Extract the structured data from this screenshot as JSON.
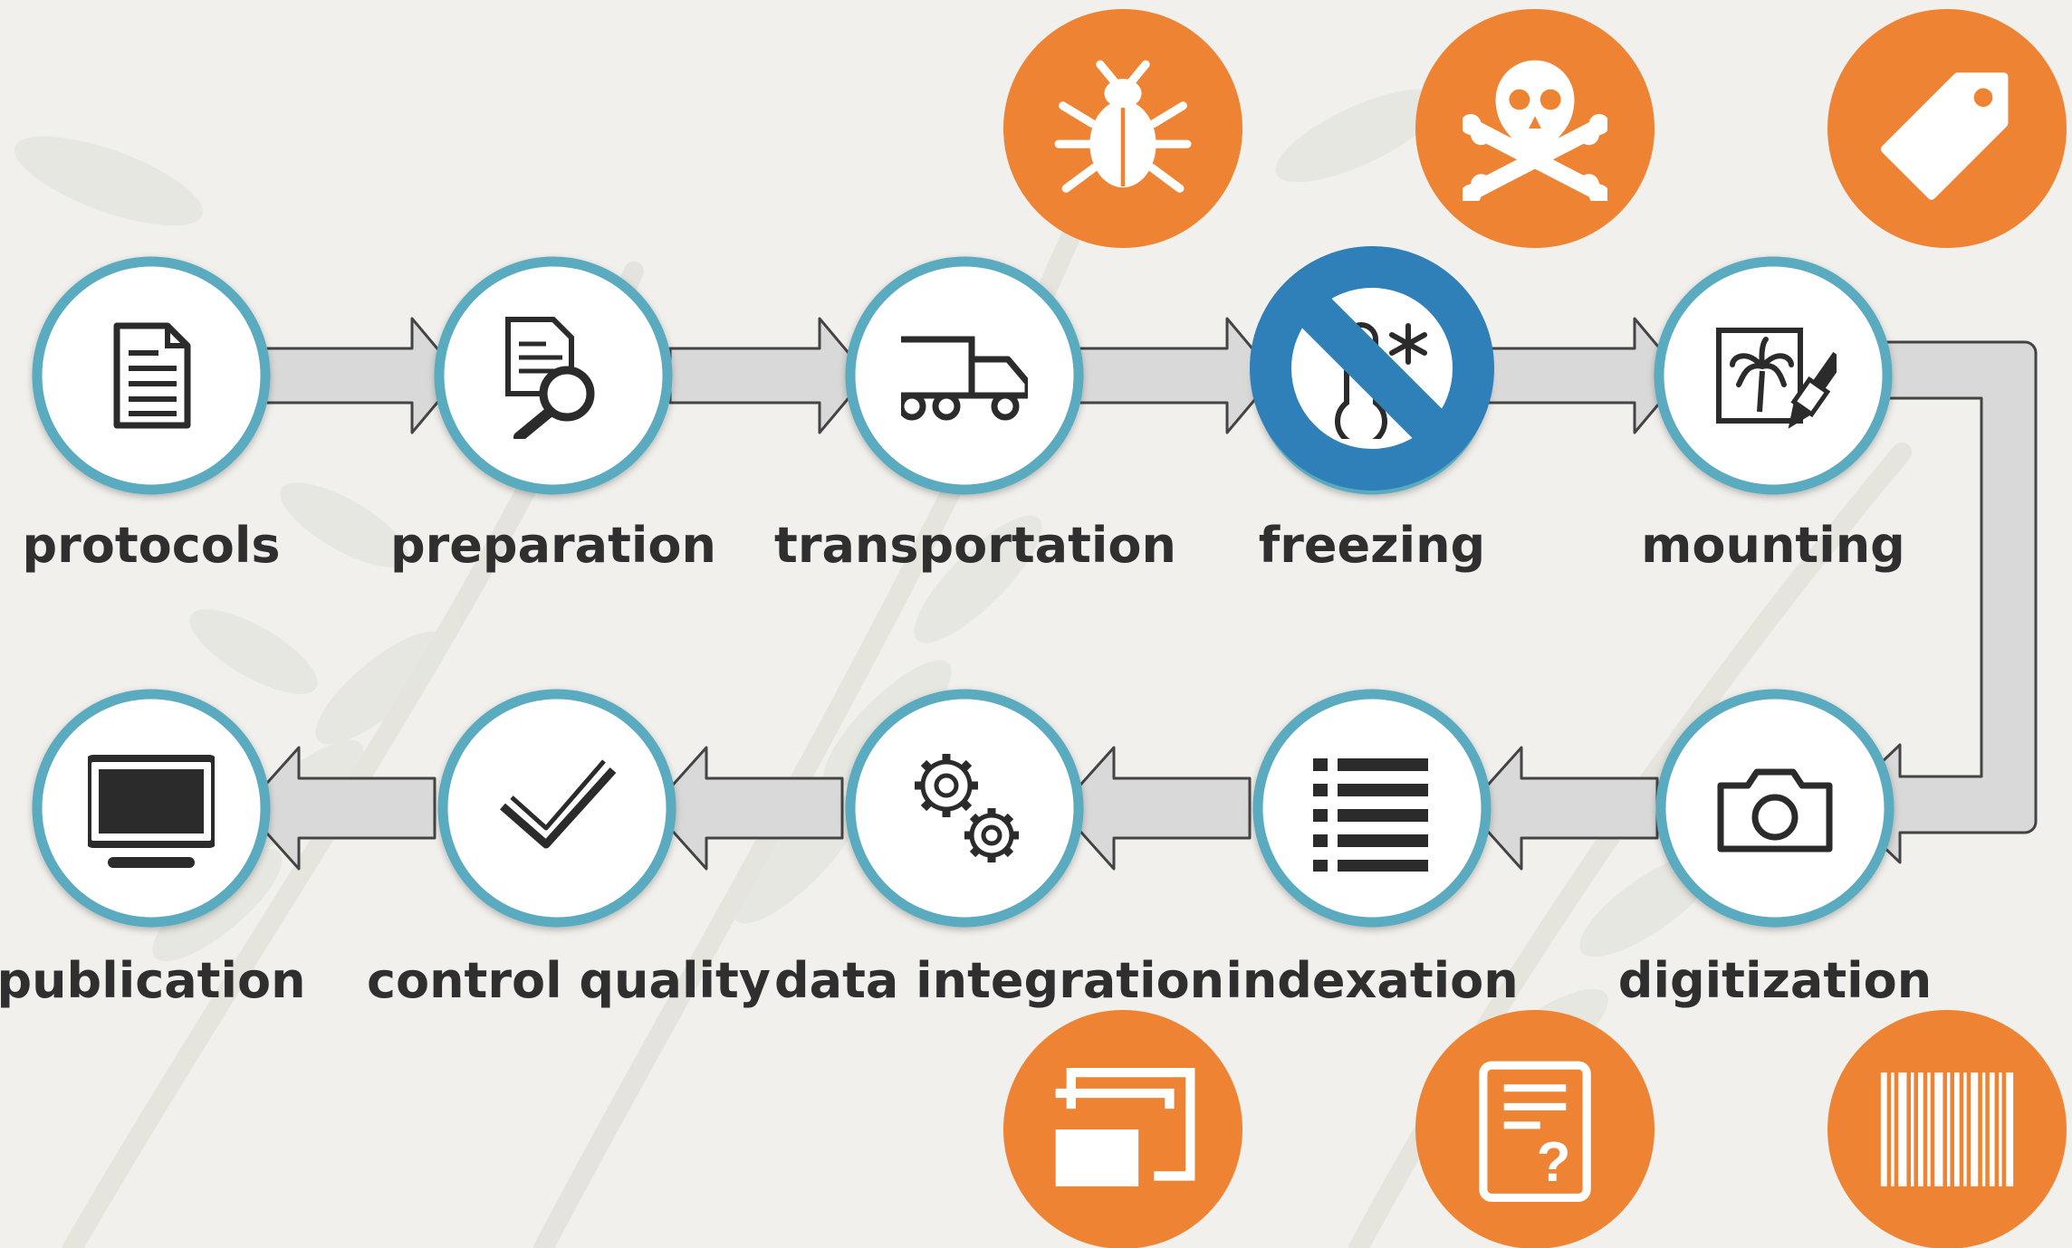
{
  "steps": [
    {
      "label": "protocols",
      "icon": "document-icon"
    },
    {
      "label": "preparation",
      "icon": "document-search-icon"
    },
    {
      "label": "transportation",
      "icon": "truck-icon"
    },
    {
      "label": "freezing",
      "icon": "thermometer-snowflake-icon",
      "prohibited": true
    },
    {
      "label": "mounting",
      "icon": "mounting-palm-brush-icon"
    },
    {
      "label": "digitization",
      "icon": "camera-icon"
    },
    {
      "label": "indexation",
      "icon": "list-icon"
    },
    {
      "label": "data integration",
      "icon": "gears-icon"
    },
    {
      "label": "control quality",
      "icon": "checkmark-icon"
    },
    {
      "label": "publication",
      "icon": "monitor-icon"
    }
  ],
  "badges_top": [
    {
      "icon": "bug-icon"
    },
    {
      "icon": "skull-crossbones-icon"
    },
    {
      "icon": "tag-icon"
    }
  ],
  "badges_bottom": [
    {
      "icon": "screens-icon"
    },
    {
      "icon": "document-question-icon"
    },
    {
      "icon": "barcode-icon"
    }
  ],
  "colors": {
    "circle_border": "#5aabbf",
    "arrow_fill": "#d9d9d9",
    "arrow_stroke": "#444444",
    "badge": "#ee8433",
    "prohibit": "#2f7fb8",
    "icon": "#2b2b2b"
  }
}
